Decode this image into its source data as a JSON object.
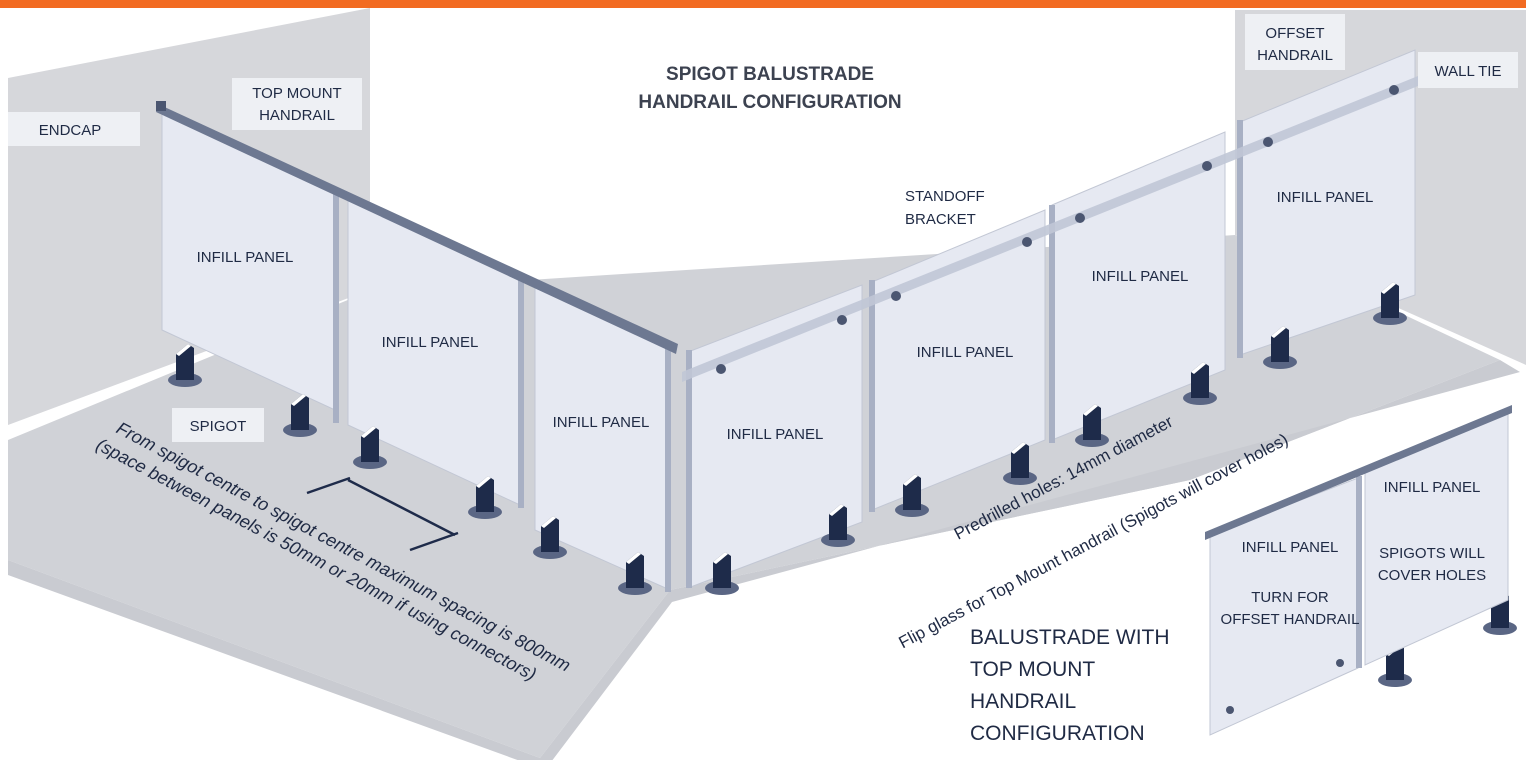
{
  "header": {
    "accent_color": "#f26b22"
  },
  "title": {
    "line1": "SPIGOT BALUSTRADE",
    "line2": "HANDRAIL CONFIGURATION"
  },
  "labels": {
    "endcap": "ENDCAP",
    "top_mount_1": "TOP MOUNT",
    "top_mount_2": "HANDRAIL",
    "offset_1": "OFFSET",
    "offset_2": "HANDRAIL",
    "wall_tie": "WALL TIE",
    "standoff_1": "STANDOFF",
    "standoff_2": "BRACKET",
    "spigot": "SPIGOT"
  },
  "infill_label": "INFILL PANEL",
  "spacing_note": {
    "line1": "From spigot centre to spigot centre maximum spacing is 800mm",
    "line2": "(space between panels is 50mm or 20mm if using connectors)"
  },
  "holes_note": {
    "line1": "Predrilled holes: 14mm diameter",
    "line2": "Flip glass for Top Mount handrail (Spigots will cover holes)"
  },
  "inset": {
    "panel1": "INFILL PANEL",
    "panel2": "INFILL PANEL",
    "turn_1": "TURN FOR",
    "turn_2": "OFFSET HANDRAIL",
    "cover_1": "SPIGOTS WILL",
    "cover_2": "COVER HOLES"
  },
  "caption": {
    "line1": "BALUSTRADE WITH",
    "line2": "TOP MOUNT",
    "line3": "HANDRAIL",
    "line4": "CONFIGURATION"
  },
  "colors": {
    "wall": "#d6d7db",
    "floor": "#d0d2d7",
    "glass": "#e4e7f1",
    "handrail": "#6d7891",
    "spigot": "#1e2b4a",
    "text": "#1f2a44"
  }
}
